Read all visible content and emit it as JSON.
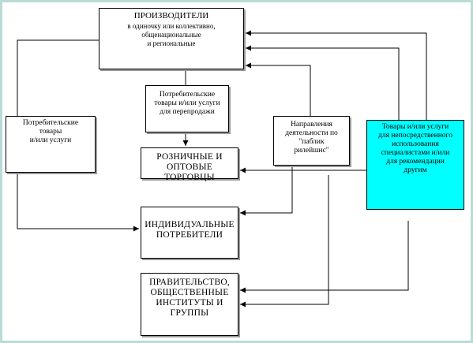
{
  "boxes": {
    "producers": {
      "title": "ПРОИЗВОДИТЕЛИ",
      "subtitle": "в одиночку или коллективно,\nобщенациональные\nи региональные"
    },
    "resale": {
      "text": "Потребительские\nтовары и/или услуги\nдля перепродажи"
    },
    "consumer_goods": {
      "text": "Потребительские\nтовары\nи/или  услуги"
    },
    "retailers": {
      "text": "РОЗНИЧНЫЕ И\nОПТОВЫЕ ТОРГОВЦЫ"
    },
    "public_relations": {
      "text": "Направления\nдеятельности по\n\"паблик\nрилейшнс\""
    },
    "specialists": {
      "text": "Товары и/или услуги\nдля непосредственного\nиспользования\nспециалистами и/или\nдля рекомендации\nдругим"
    },
    "individuals": {
      "text": "ИНДИВИДУАЛЬНЫЕ\nПОТРЕБИТЕЛИ"
    },
    "government": {
      "text": "ПРАВИТЕЛЬСТВО,\nОБЩЕСТВЕННЫЕ\nИНСТИТУТЫ И\nГРУППЫ"
    }
  },
  "colors": {
    "frame": "#b8dcd6",
    "highlight_box": "#00ffff",
    "lines": "#000000"
  }
}
